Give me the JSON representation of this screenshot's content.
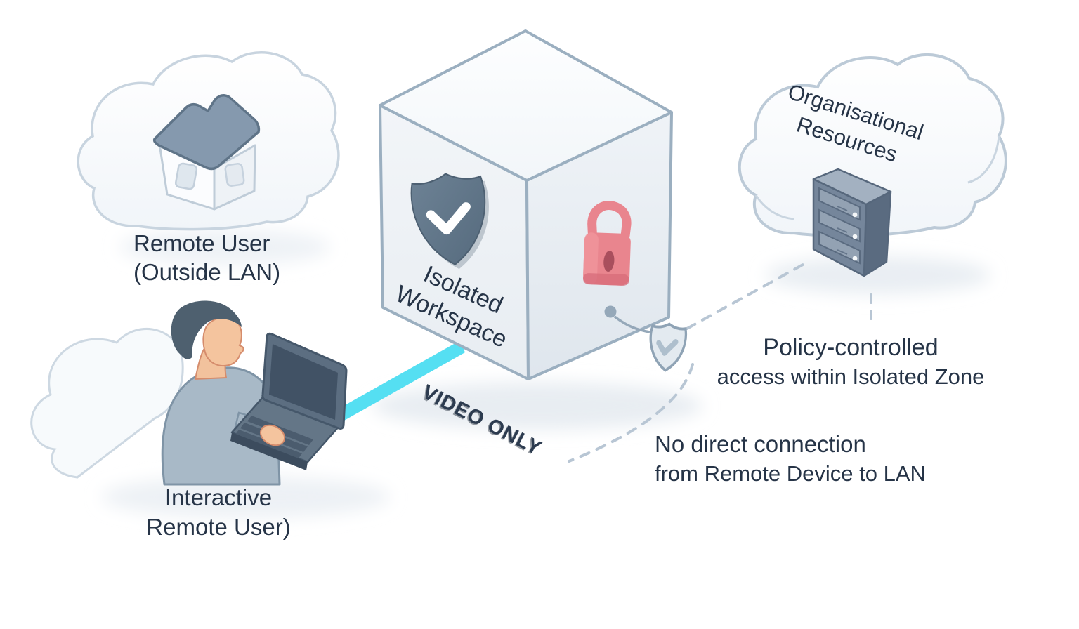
{
  "diagram": {
    "remote_user": {
      "line1": "Remote User",
      "line2": "(Outside LAN)"
    },
    "isolated_workspace": {
      "line1": "Isolated",
      "line2": "Workspace"
    },
    "organisational_resources": {
      "line1": "Organisational",
      "line2": "Resources"
    },
    "interactive_user": {
      "line1": "Interactive",
      "line2": "Remote User)"
    },
    "video_only": {
      "label": "VIDEO ONLY"
    },
    "policy_access": {
      "line1": "Policy-controlled",
      "line2": "access within Isolated Zone"
    },
    "no_direct": {
      "line1": "No direct connection",
      "line2": "from Remote Device to LAN"
    }
  },
  "icons": {
    "remote_user_cloud": "cloud-icon",
    "remote_user_house": "house-icon",
    "workspace_cube": "isometric-cube",
    "workspace_shield": "shield-check-icon",
    "workspace_lock": "padlock-icon",
    "resources_cloud": "cloud-icon",
    "resources_server": "server-rack-icon",
    "user_person": "person-at-laptop-illustration",
    "policy_badge": "shield-check-badge-icon"
  },
  "colors": {
    "text": "#263447",
    "accent_cyan": "#55dff2",
    "lock_red": "#e9858e",
    "shield_slate": "#607588",
    "dashed_line": "#b8c6d4",
    "cloud_outline": "#c3cfdb"
  }
}
